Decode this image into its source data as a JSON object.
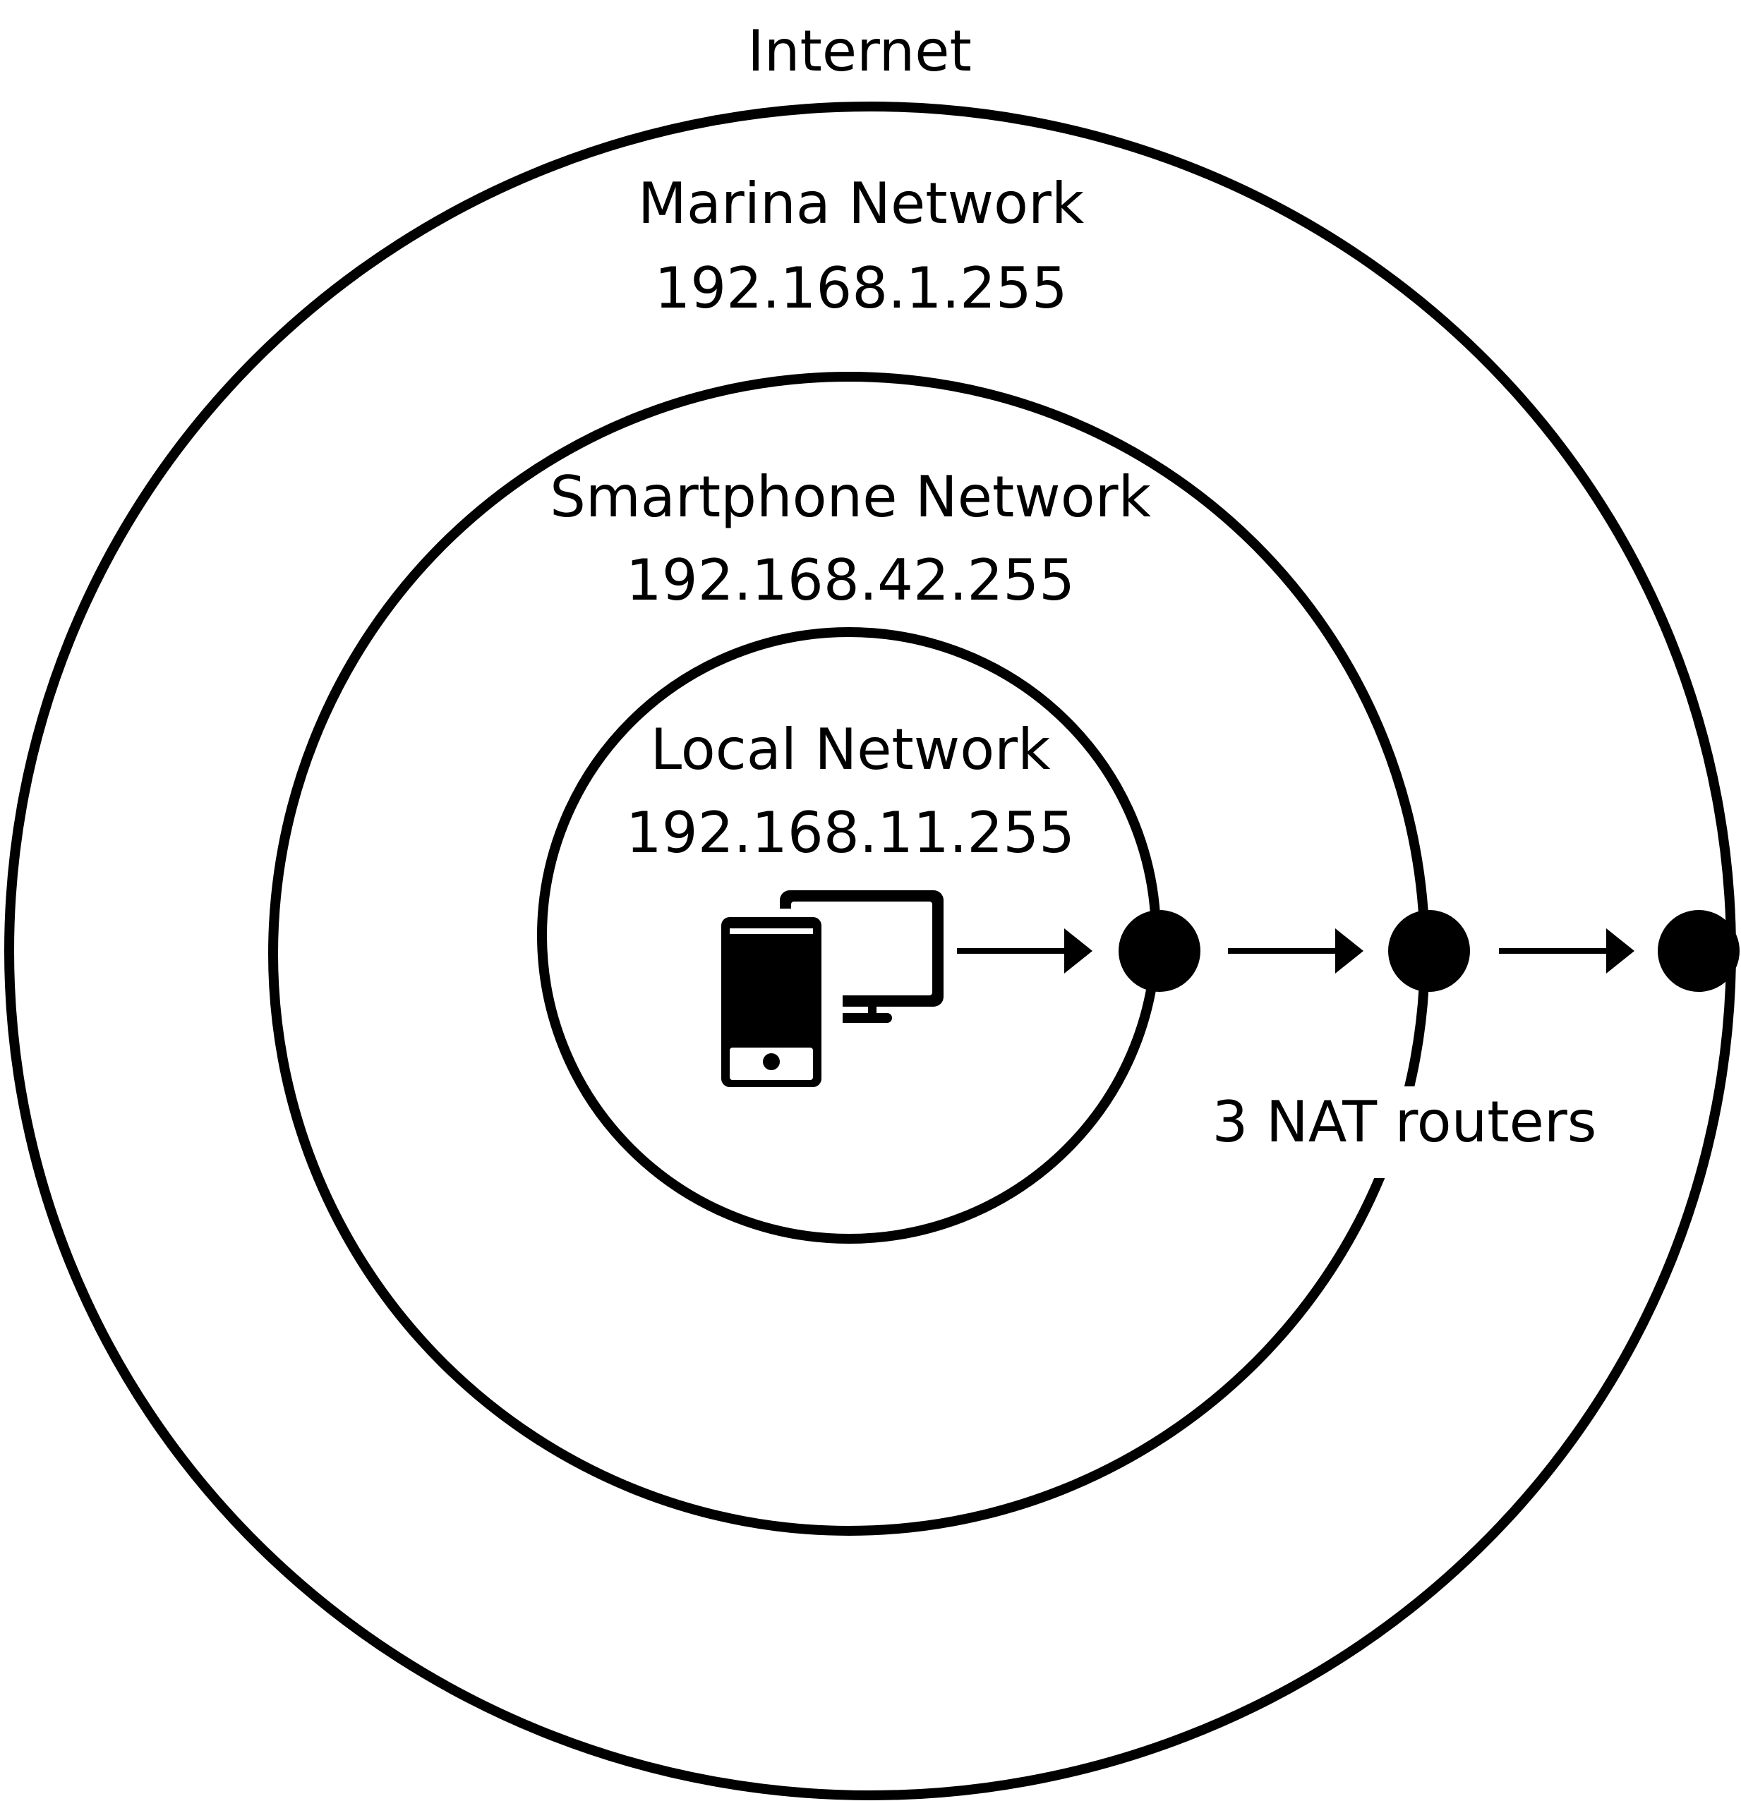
{
  "labels": {
    "internet": "Internet",
    "marina": {
      "name": "Marina Network",
      "address": "192.168.1.255"
    },
    "smartphone": {
      "name": "Smartphone Network",
      "address": "192.168.42.255"
    },
    "local": {
      "name": "Local Network",
      "address": "192.168.11.255"
    },
    "routers": "3 NAT routers"
  },
  "icons": {
    "device": "phone-and-monitor-icon",
    "router": "router-node-icon",
    "arrow": "arrow-right-icon"
  },
  "colors": {
    "stroke": "#000000",
    "background": "#ffffff"
  }
}
